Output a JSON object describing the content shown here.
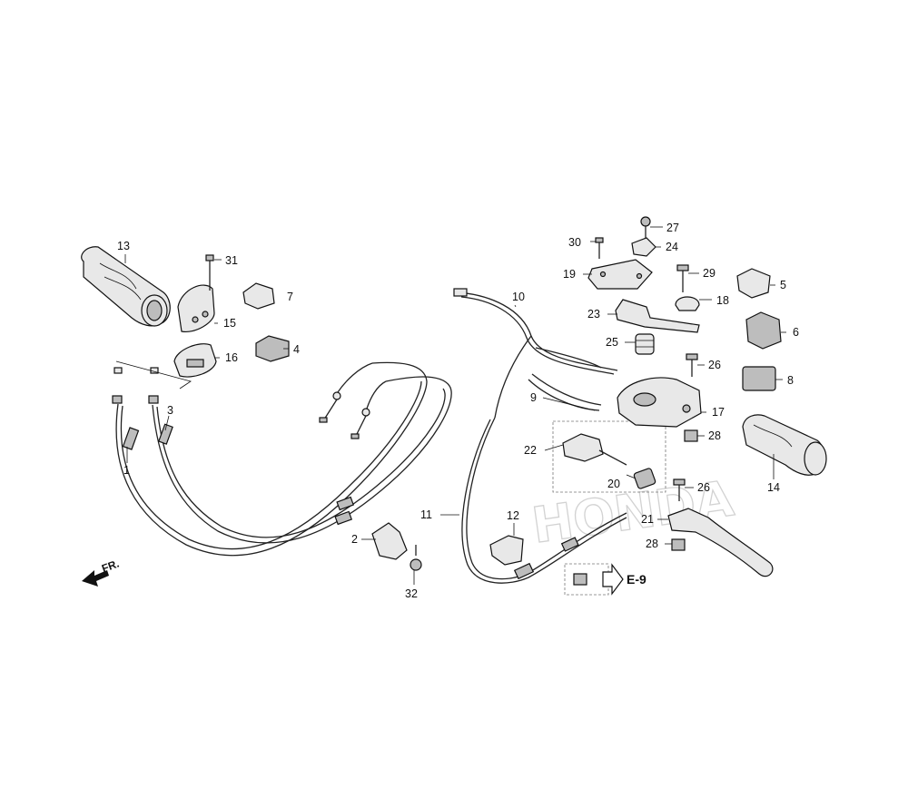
{
  "callouts": {
    "c1": "1",
    "c2": "2",
    "c3": "3",
    "c4": "4",
    "c5": "5",
    "c6": "6",
    "c7": "7",
    "c8": "8",
    "c9": "9",
    "c10": "10",
    "c11": "11",
    "c12": "12",
    "c13": "13",
    "c14": "14",
    "c15": "15",
    "c16": "16",
    "c17": "17",
    "c18": "18",
    "c19": "19",
    "c20": "20",
    "c21": "21",
    "c22": "22",
    "c23": "23",
    "c24": "24",
    "c25": "25",
    "c26a": "26",
    "c26b": "26",
    "c27": "27",
    "c28a": "28",
    "c28b": "28",
    "c29": "29",
    "c30": "30",
    "c31": "31",
    "c32": "32"
  },
  "reference": "E-9",
  "front_marker": "FR.",
  "watermark": "HONDA"
}
